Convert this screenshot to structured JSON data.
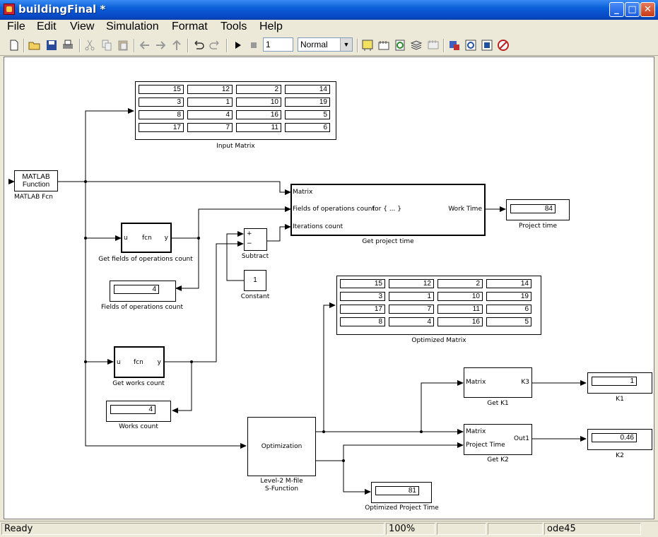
{
  "window": {
    "title": "buildingFinal *",
    "minimize": "_",
    "maximize": "□",
    "close": "✕"
  },
  "menus": [
    "File",
    "Edit",
    "View",
    "Simulation",
    "Format",
    "Tools",
    "Help"
  ],
  "toolbar": {
    "stop_time": "1",
    "sim_mode": "Normal"
  },
  "blocks": {
    "matlab_fcn": {
      "inner": [
        "MATLAB",
        "Function"
      ],
      "label": "MATLAB Fcn"
    },
    "input_matrix": {
      "label": "Input Matrix",
      "rows": [
        [
          15,
          12,
          2,
          14
        ],
        [
          3,
          1,
          10,
          19
        ],
        [
          8,
          4,
          16,
          5
        ],
        [
          17,
          7,
          11,
          6
        ]
      ]
    },
    "get_project_time": {
      "label": "Get project time",
      "in_ports": [
        "Matrix",
        "Fields of operations count",
        "Iterations count"
      ],
      "out_port": "Work Time",
      "center": "for { ... }"
    },
    "project_time": {
      "label": "Project time",
      "value": "84"
    },
    "get_fields": {
      "label": "Get fields of operations count",
      "port_in": "u",
      "port_out": "y",
      "center": "fcn"
    },
    "subtract": {
      "label": "Subtract",
      "plus": "+",
      "minus": "−"
    },
    "constant": {
      "label": "Constant",
      "value": "1"
    },
    "fields_count": {
      "label": "Fields of operations count",
      "value": "4"
    },
    "optimized_matrix": {
      "label": "Optimized Matrix",
      "rows": [
        [
          15,
          12,
          2,
          14
        ],
        [
          3,
          1,
          10,
          19
        ],
        [
          17,
          7,
          11,
          6
        ],
        [
          8,
          4,
          16,
          5
        ]
      ]
    },
    "get_works": {
      "label": "Get works count",
      "port_in": "u",
      "port_out": "y",
      "center": "fcn"
    },
    "works_count": {
      "label": "Works count",
      "value": "4"
    },
    "optimization": {
      "center": "Optimization",
      "label_line1": "Level-2 M-file",
      "label_line2": "S-Function"
    },
    "get_k1": {
      "label": "Get K1",
      "in_port": "Matrix",
      "out_port": "K3"
    },
    "k1": {
      "label": "K1",
      "value": "1"
    },
    "get_k2": {
      "label": "Get K2",
      "in_ports": [
        "Matrix",
        "Project Time"
      ],
      "out_port": "Out1"
    },
    "k2": {
      "label": "K2",
      "value": "0.46"
    },
    "optimized_project_time": {
      "label": "Optimized Project Time",
      "value": "81"
    }
  },
  "status": {
    "ready": "Ready",
    "zoom": "100%",
    "solver": "ode45"
  }
}
